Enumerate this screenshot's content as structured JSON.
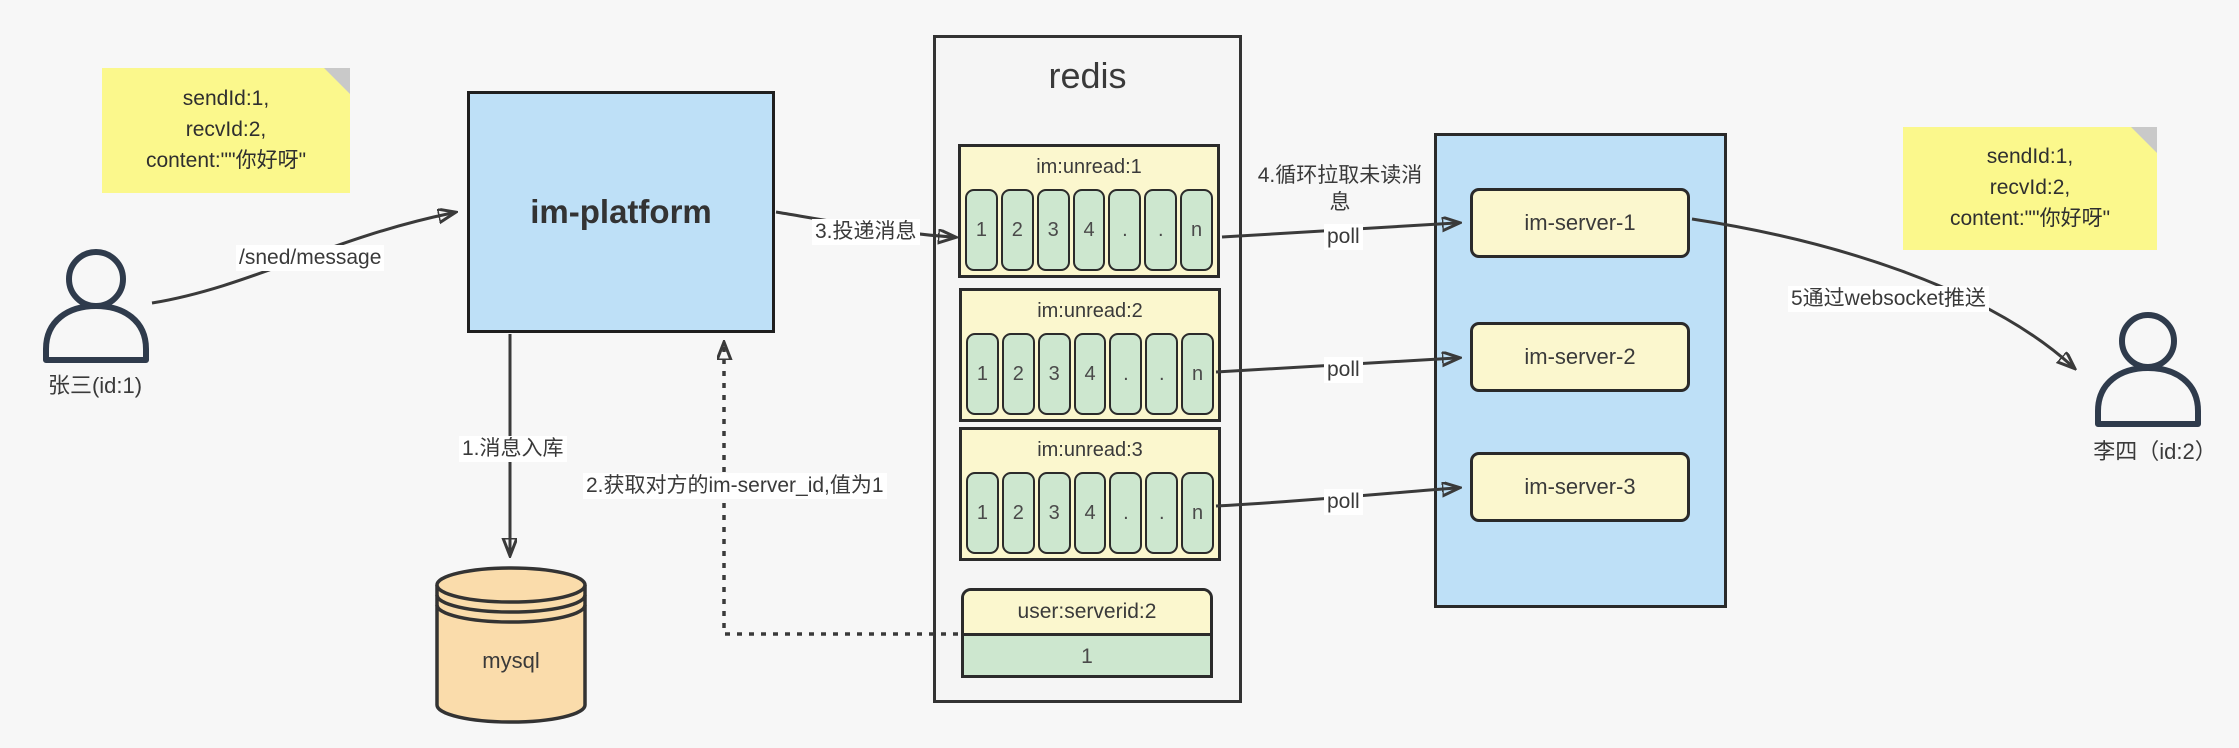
{
  "colors": {
    "background": "#f7f7f7",
    "note_yellow": "#fbf88c",
    "container_blue": "#bee0f7",
    "pale_yellow": "#fbf7ce",
    "cell_green": "#cde7cf",
    "db_tan": "#fadcab",
    "line_dark": "#3a3a3a"
  },
  "notes": {
    "left_lines": [
      "sendId:1,",
      "recvId:2,",
      "content:\"\"你好呀\""
    ],
    "right_lines": [
      "sendId:1,",
      "recvId:2,",
      "content:\"\"你好呀\""
    ]
  },
  "actors": {
    "sender": "张三(id:1)",
    "receiver": "李四（id:2）"
  },
  "platform_label": "im-platform",
  "db_label": "mysql",
  "redis": {
    "title": "redis",
    "queues": [
      {
        "header": "im:unread:1",
        "cells": [
          "1",
          "2",
          "3",
          "4",
          ".",
          ".",
          "n"
        ]
      },
      {
        "header": "im:unread:2",
        "cells": [
          "1",
          "2",
          "3",
          "4",
          ".",
          ".",
          "n"
        ]
      },
      {
        "header": "im:unread:3",
        "cells": [
          "1",
          "2",
          "3",
          "4",
          ".",
          ".",
          "n"
        ]
      }
    ],
    "kv_header": "user:serverid:2",
    "kv_value": "1"
  },
  "servers": [
    "im-server-1",
    "im-server-2",
    "im-server-3"
  ],
  "edges": {
    "send": "/sned/message",
    "store": "1.消息入库",
    "fetch": "2.获取对方的im-server_id,值为1",
    "deliver": "3.投递消息",
    "pull": "4.循环拉取未读消息",
    "poll": "poll",
    "push": "5通过websocket推送"
  }
}
